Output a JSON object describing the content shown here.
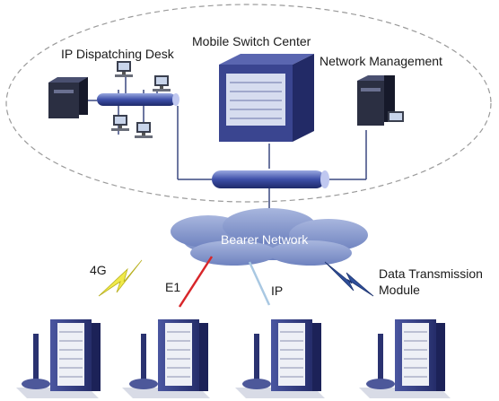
{
  "labels": {
    "ip_dispatching_desk": "IP Dispatching Desk",
    "mobile_switch_center": "Mobile Switch Center",
    "network_management": "Network Management",
    "bearer_network": "Bearer Network",
    "link_4g": "4G",
    "link_e1": "E1",
    "link_ip": "IP",
    "data_transmission_line1": "Data Transmission",
    "data_transmission_line2": "Module"
  },
  "colors": {
    "ellipse_dash": "#9a9a9a",
    "bus_pipe": "#3d4fa8",
    "cloud": "#8496c9",
    "rack": "#3a4488",
    "link_4g": "#e8e03a",
    "link_e1": "#d8262a",
    "link_ip": "#a9c8e2",
    "link_data": "#2f4f9a"
  }
}
